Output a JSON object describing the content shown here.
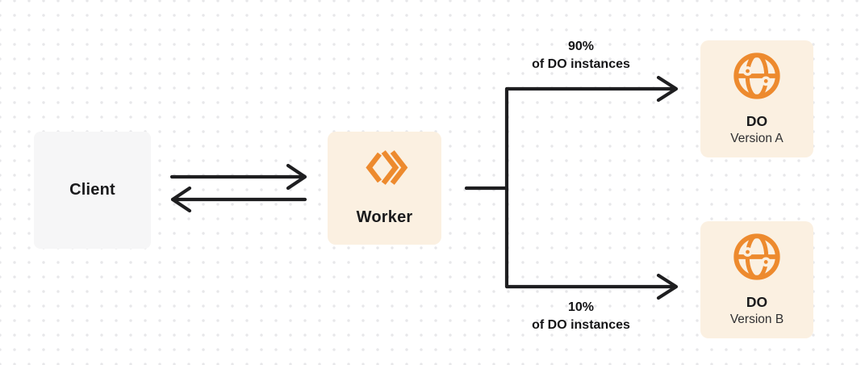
{
  "nodes": {
    "client": {
      "label": "Client"
    },
    "worker": {
      "label": "Worker",
      "icon": "cloudflare-workers-icon"
    },
    "do_version_a": {
      "title": "DO",
      "subtitle": "Version A",
      "icon": "globe-icon"
    },
    "do_version_b": {
      "title": "DO",
      "subtitle": "Version B",
      "icon": "globe-icon"
    }
  },
  "edges": {
    "client_worker": {
      "type": "bidirectional-arrows"
    },
    "worker_to_version_a": {
      "percent": "90%",
      "caption": "of DO instances"
    },
    "worker_to_version_b": {
      "percent": "10%",
      "caption": "of DO instances"
    }
  },
  "colors": {
    "accent_orange": "#ED8A2E",
    "node_cream_bg": "#FBF0E1",
    "node_gray_bg": "#F6F6F7",
    "arrow_dark": "#1E1E20",
    "text_dark": "#141416",
    "grid_dot": "#E7E7E9",
    "canvas_bg": "#FFFFFF"
  }
}
